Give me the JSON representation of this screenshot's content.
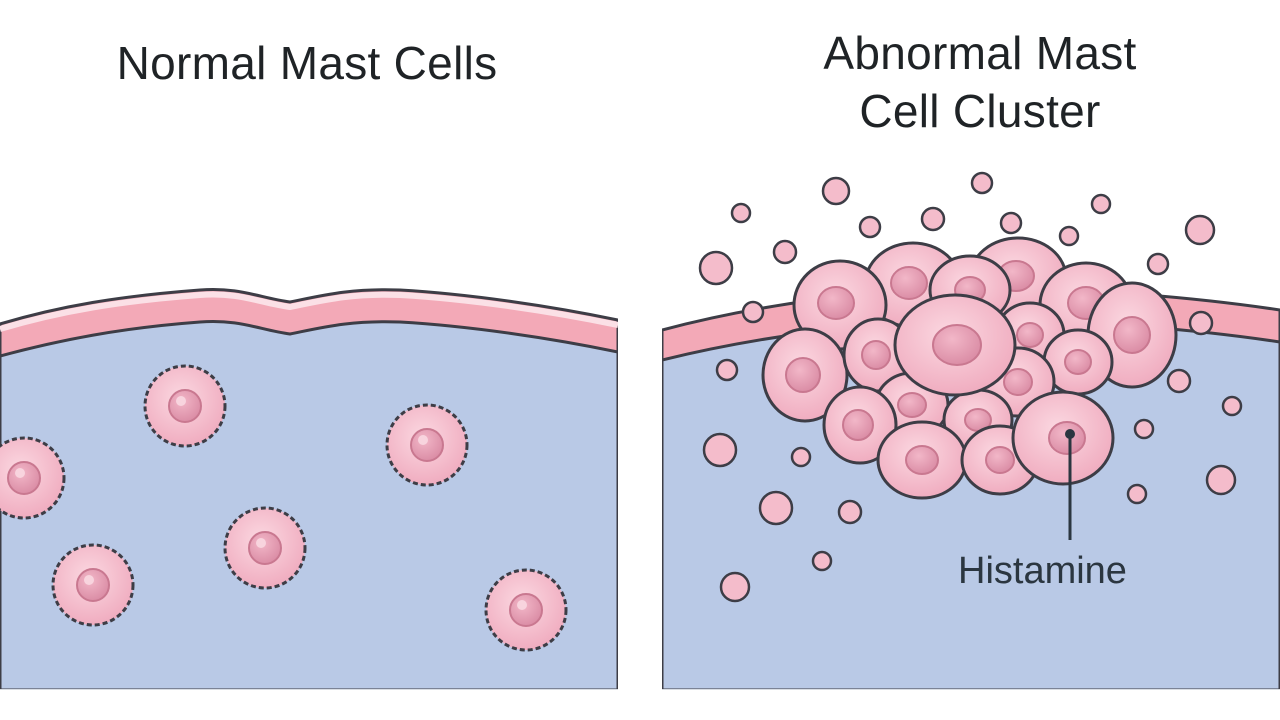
{
  "panels": {
    "left": {
      "title": "Normal Mast Cells"
    },
    "right": {
      "title_line1": "Abnormal Mast",
      "title_line2": "Cell Cluster",
      "label": "Histamine"
    }
  },
  "colors": {
    "tissue": "#b9c9e6",
    "membrane": "#f3a9b7",
    "cell_fill": "#f4bccb",
    "nucleus": "#e08ea7",
    "outline": "#3d3d46"
  }
}
